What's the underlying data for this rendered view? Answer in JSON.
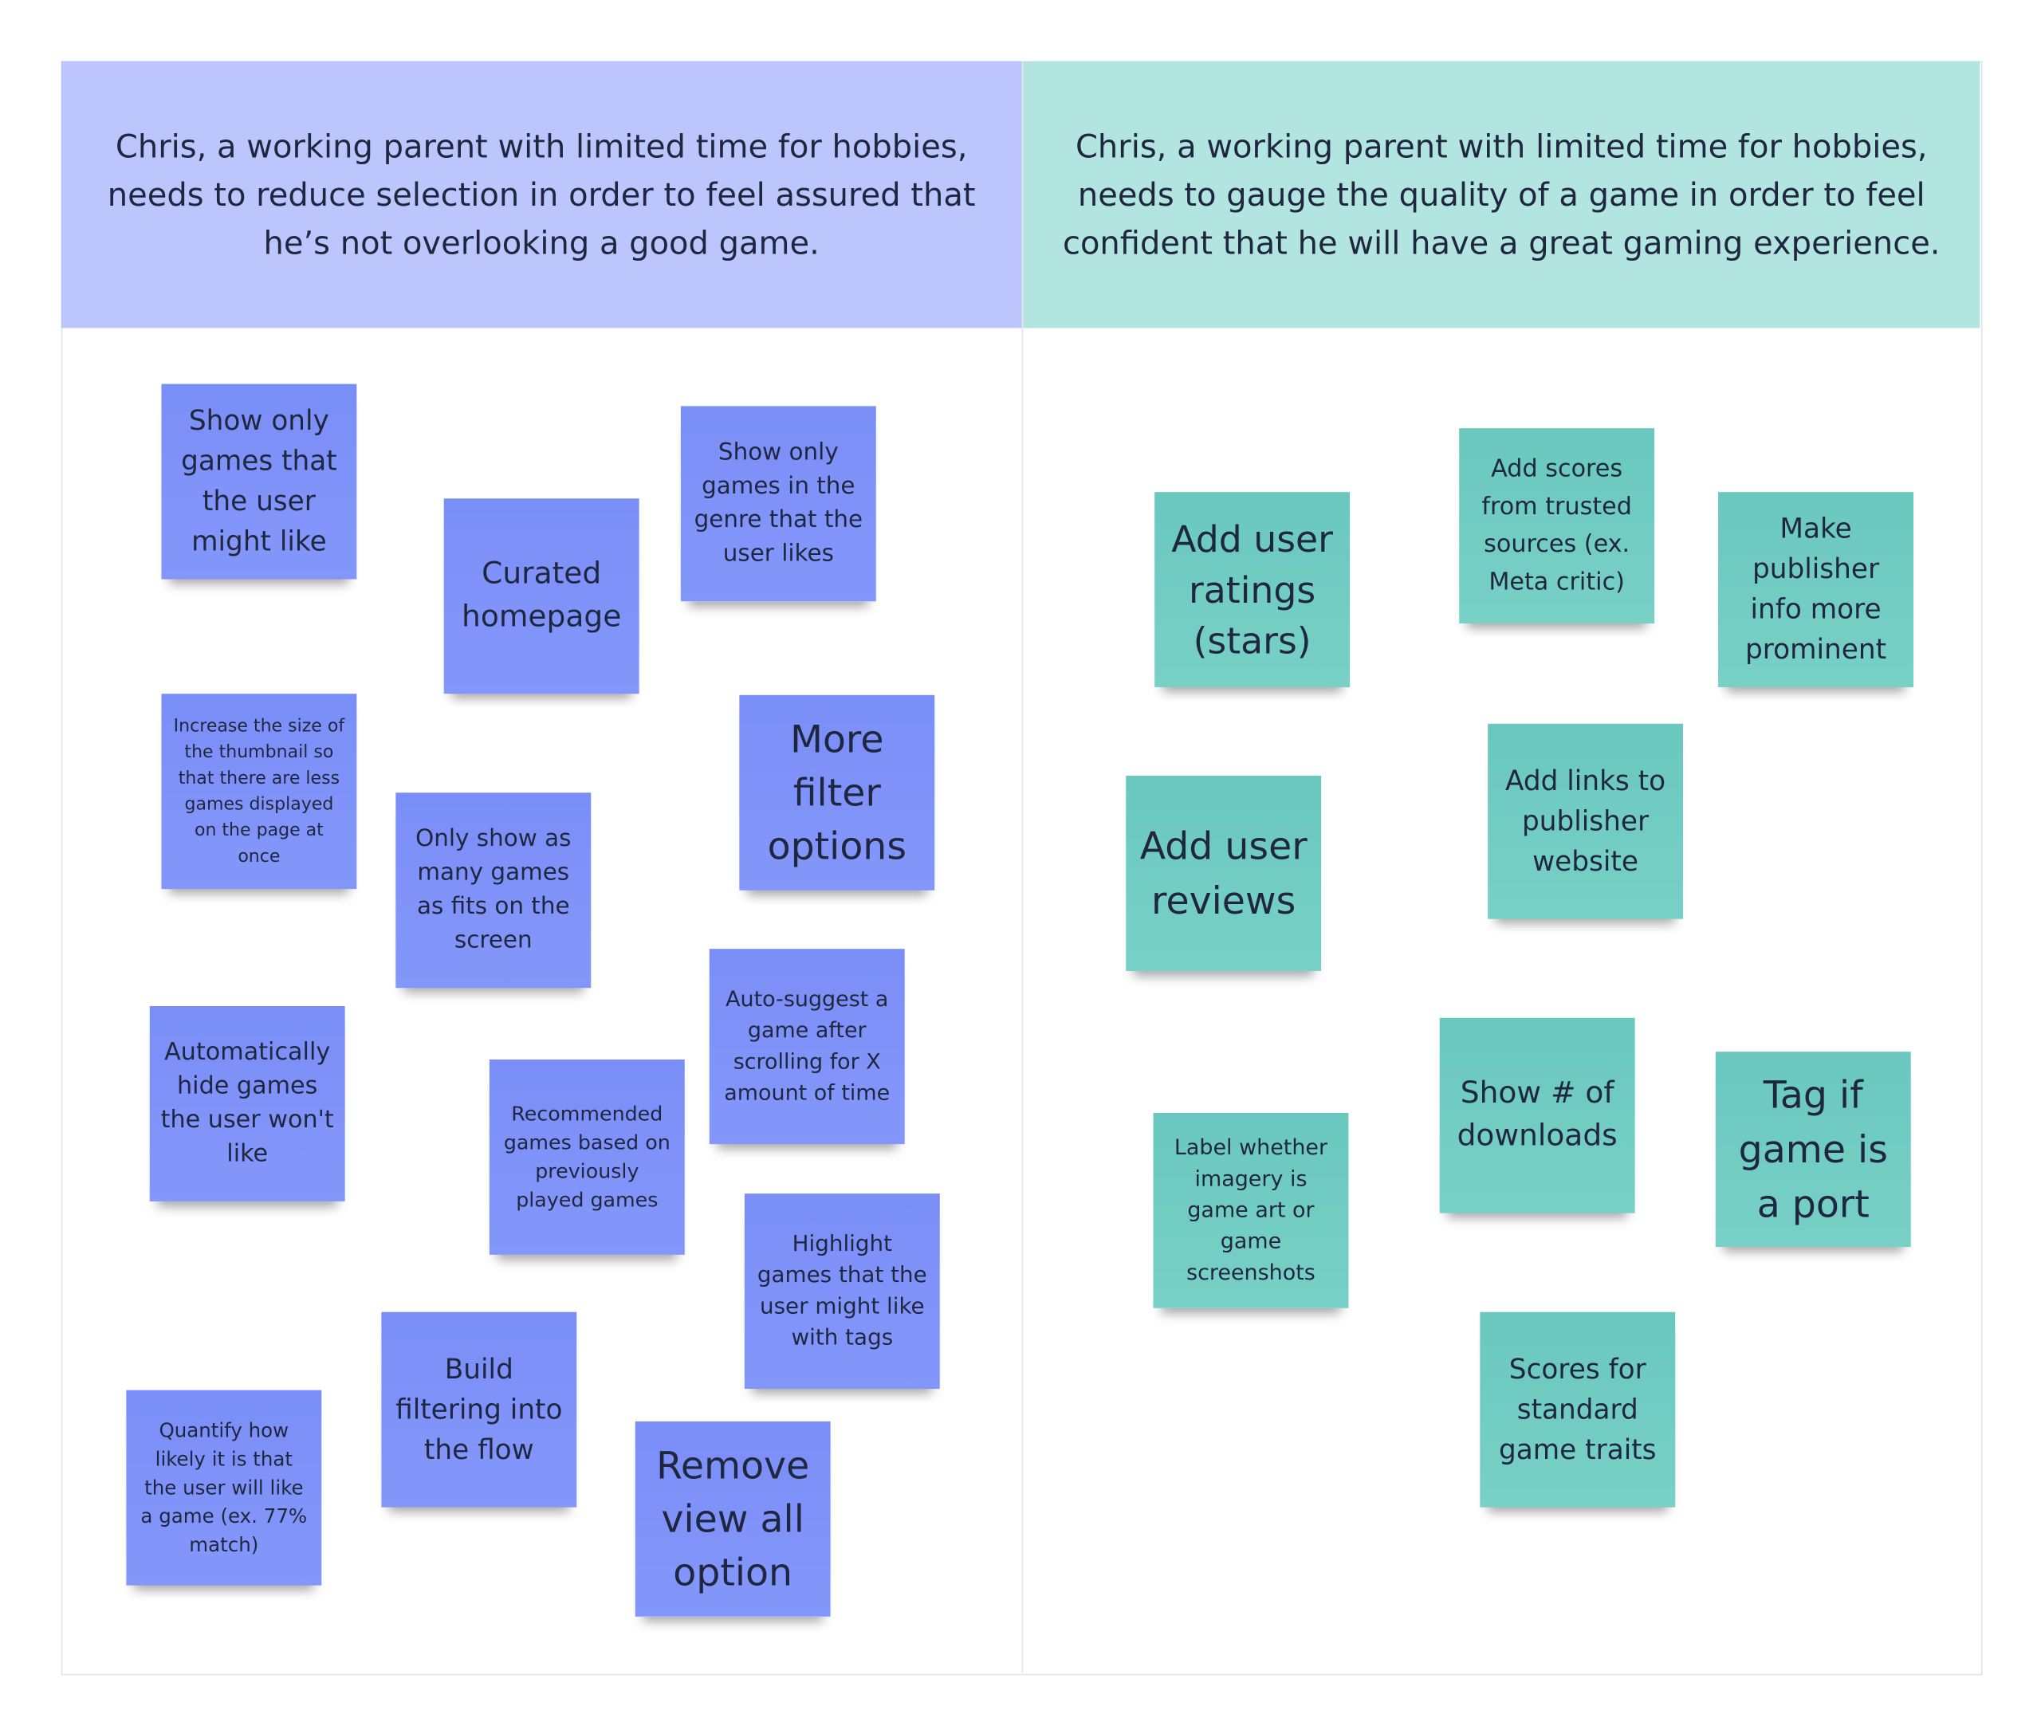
{
  "headers": {
    "left": "Chris, a working parent with limited time for hobbies, needs to reduce selection in order to feel assured that he’s not overlooking a good game.",
    "right": "Chris, a working parent with limited time for hobbies, needs to gauge the quality of a game in order to feel confident that he will have a great gaming experience."
  },
  "left_notes": [
    "Show only games that the user might like",
    "Curated homepage",
    "Show only games in the genre that the user likes",
    "Increase the size of the thumbnail so that there are less games displayed on the page at once",
    "More filter options",
    "Only show as many games as fits on the screen",
    "Auto-suggest a game after scrolling for X amount of time",
    "Automatically hide games the user won't like",
    "Recommended games based on previously played games",
    "Highlight games that the user might like with tags",
    "Build filtering into the flow",
    "Quantify how likely it is that the user will like a game (ex. 77% match)",
    "Remove view all option"
  ],
  "right_notes": [
    "Add user ratings (stars)",
    "Add scores from trusted sources (ex. Meta critic)",
    "Make publisher info more prominent",
    "Add user reviews",
    "Add links to publisher website",
    "Show # of downloads",
    "Tag if game is a port",
    "Label whether imagery is game art or game screenshots",
    "Scores for standard game traits"
  ],
  "colors": {
    "left_header": "#bcc6fd",
    "right_header": "#b2e4e0",
    "blue_note": "#7b8ff9",
    "teal_note": "#6dcac0"
  }
}
